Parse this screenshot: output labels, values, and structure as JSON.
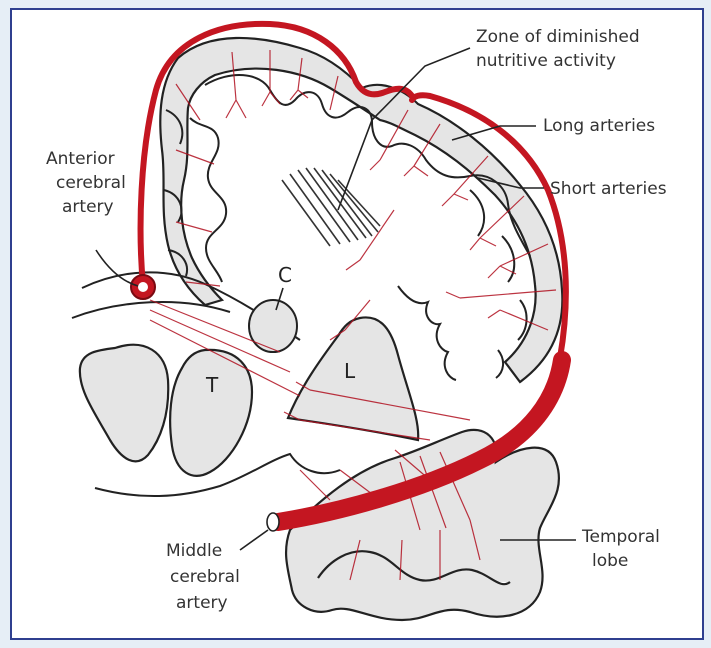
{
  "labels": {
    "zone": [
      "Zone of diminished",
      "nutritive activity"
    ],
    "long_arteries": "Long arteries",
    "short_arteries": "Short arteries",
    "anterior": [
      "Anterior",
      "cerebral",
      "artery"
    ],
    "middle": [
      "Middle",
      "cerebral",
      "artery"
    ],
    "temporal": [
      "Temporal",
      "lobe"
    ],
    "c": "C",
    "t": "T",
    "l": "L"
  },
  "colors": {
    "artery": "#c41621",
    "border": "#2f3f8f",
    "cortex_fill": "#e5e5e5"
  }
}
